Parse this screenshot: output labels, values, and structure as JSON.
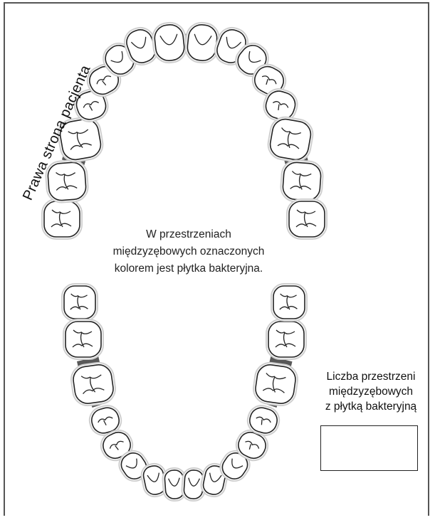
{
  "side_label": "Prawa strona pacjenta",
  "note": {
    "line1": "W przestrzeniach",
    "line2": "międzyzębowych oznaczonych",
    "line3": "kolorem jest płytka bakteryjna."
  },
  "count": {
    "line1": "Liczba przestrzeni",
    "line2": "międzyzębowych",
    "line3": "z płytką bakteryjną",
    "value": ""
  },
  "colors": {
    "plaque": "#585858",
    "tooth_outline": "#222222",
    "tooth_shadow": "#cfcfcf"
  }
}
